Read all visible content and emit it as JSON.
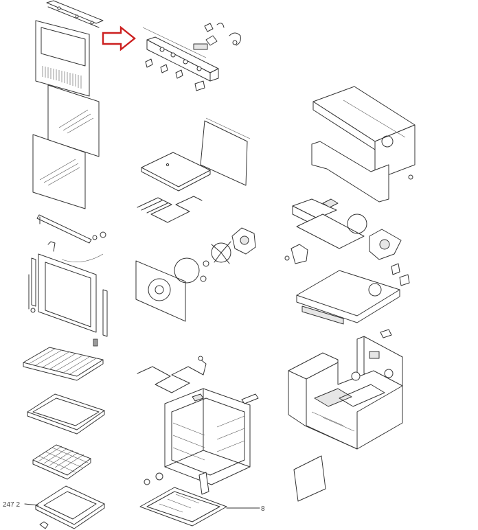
{
  "callouts": {
    "left_number": "247 2",
    "right_number": "8"
  },
  "colors": {
    "arrow": "#cc1f1f",
    "line": "#333333",
    "background": "#ffffff"
  },
  "highlight": {
    "icon": "red-outline-right-arrow"
  }
}
